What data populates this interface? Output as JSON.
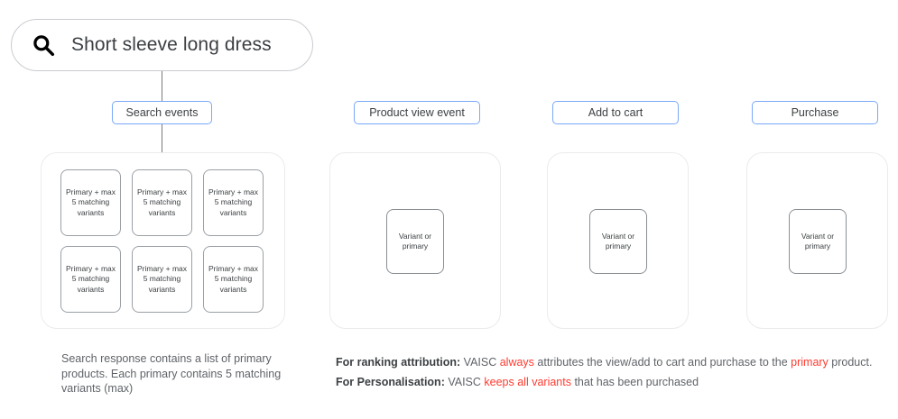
{
  "search": {
    "icon": "search-icon",
    "query": "Short sleeve long dress"
  },
  "colors": {
    "pill_border": "#7aa9f7",
    "panel_border": "#ebebec",
    "card_border": "#9aa0a6",
    "highlight": "#ff3b30",
    "text": "#3c4043",
    "muted_text": "#5f6368"
  },
  "stages": [
    {
      "id": "search-events",
      "label": "Search events"
    },
    {
      "id": "product-view-event",
      "label": "Product view event"
    },
    {
      "id": "add-to-cart",
      "label": "Add to cart"
    },
    {
      "id": "purchase",
      "label": "Purchase"
    }
  ],
  "search_panel": {
    "card_label": "Primary + max 5 matching variants",
    "card_lines": [
      "Primary +",
      "max 5",
      "matching",
      "variants"
    ],
    "card_count": 6
  },
  "variant_card": {
    "label": "Variant or primary",
    "lines": [
      "Variant",
      "or",
      "primary"
    ]
  },
  "captions": {
    "left": "Search response contains a list of primary products. Each primary contains 5 matching variants (max)",
    "right": [
      {
        "bold": "For ranking attribution:",
        "part1": " VAISC ",
        "highlight1": "always",
        "part2": " attributes the view/add to cart and purchase to the ",
        "highlight2": "primary",
        "part3": " product."
      },
      {
        "bold": "For Personalisation:",
        "part1": " VAISC ",
        "highlight1": "keeps all variants",
        "part2": " that has been purchased",
        "highlight2": "",
        "part3": ""
      }
    ]
  }
}
